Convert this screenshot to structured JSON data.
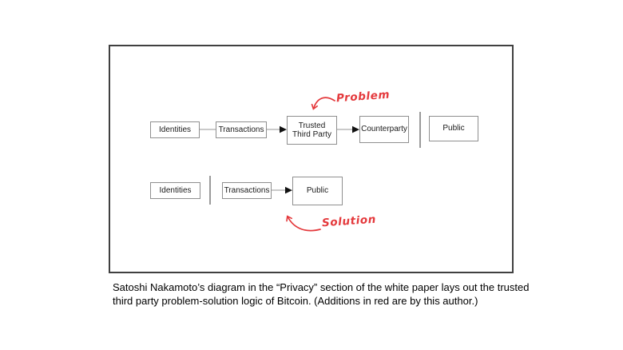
{
  "diagram": {
    "rows": [
      {
        "boxes": [
          {
            "label": "Identities"
          },
          {
            "label": "Transactions"
          },
          {
            "line1": "Trusted",
            "line2": "Third Party"
          },
          {
            "label": "Counterparty"
          },
          {
            "label": "Public"
          }
        ]
      },
      {
        "boxes": [
          {
            "label": "Identities"
          },
          {
            "label": "Transactions"
          },
          {
            "label": "Public"
          }
        ]
      }
    ],
    "annotations": {
      "problem": "Problem",
      "solution": "Solution"
    }
  },
  "caption": {
    "line1": "Satoshi Nakamoto’s diagram in the “Privacy” section of the white paper lays out the trusted",
    "line2": "third party problem-solution logic of Bitcoin. (Additions in red are by this author.)"
  },
  "colors": {
    "annotation_red": "#e4393c",
    "frame_border": "#404040",
    "box_border": "#8f8f8f",
    "connector_gray": "#ababab",
    "divider_gray": "#9a9a9a",
    "arrowhead_black": "#111111"
  }
}
